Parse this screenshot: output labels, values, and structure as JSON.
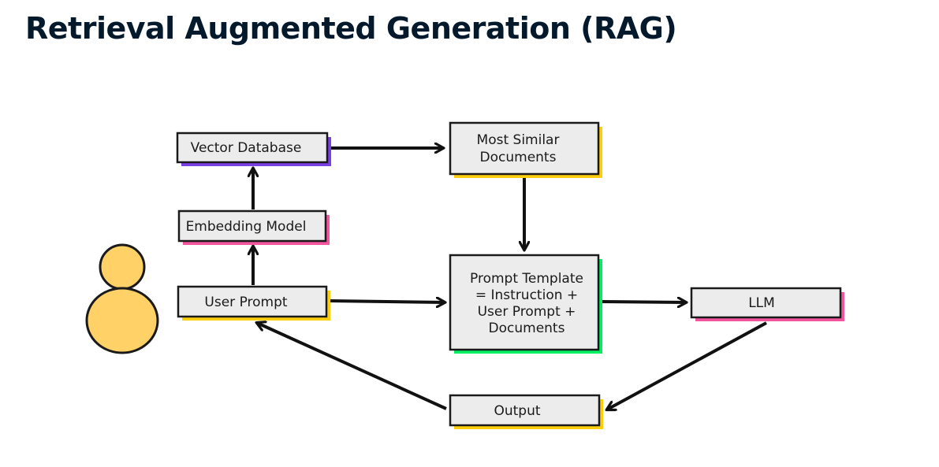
{
  "title": "Retrieval Augmented Generation (RAG)",
  "colors": {
    "box_fill": "#ececec",
    "box_stroke": "#1a1a1a",
    "purple": "#7b3fe4",
    "pink": "#f0559e",
    "yellow": "#fcce0d",
    "green": "#03ef62",
    "person_fill": "#ffd166"
  },
  "nodes": {
    "vector_database": {
      "lines": [
        "Vector Database"
      ],
      "accent": "purple"
    },
    "embedding_model": {
      "lines": [
        "Embedding Model"
      ],
      "accent": "pink"
    },
    "user_prompt": {
      "lines": [
        "User Prompt"
      ],
      "accent": "yellow"
    },
    "most_similar": {
      "lines": [
        "Most Similar",
        "Documents"
      ],
      "accent": "yellow"
    },
    "prompt_template": {
      "lines": [
        "Prompt Template",
        "= Instruction +",
        "User Prompt +",
        "Documents"
      ],
      "accent": "green"
    },
    "llm": {
      "lines": [
        "LLM"
      ],
      "accent": "pink"
    },
    "output": {
      "lines": [
        "Output"
      ],
      "accent": "yellow"
    }
  },
  "edges": [
    {
      "from": "user_prompt",
      "to": "embedding_model"
    },
    {
      "from": "embedding_model",
      "to": "vector_database"
    },
    {
      "from": "vector_database",
      "to": "most_similar"
    },
    {
      "from": "most_similar",
      "to": "prompt_template"
    },
    {
      "from": "user_prompt",
      "to": "prompt_template"
    },
    {
      "from": "prompt_template",
      "to": "llm"
    },
    {
      "from": "llm",
      "to": "output"
    },
    {
      "from": "output",
      "to": "user_prompt"
    }
  ],
  "actor": {
    "icon": "person-icon"
  }
}
